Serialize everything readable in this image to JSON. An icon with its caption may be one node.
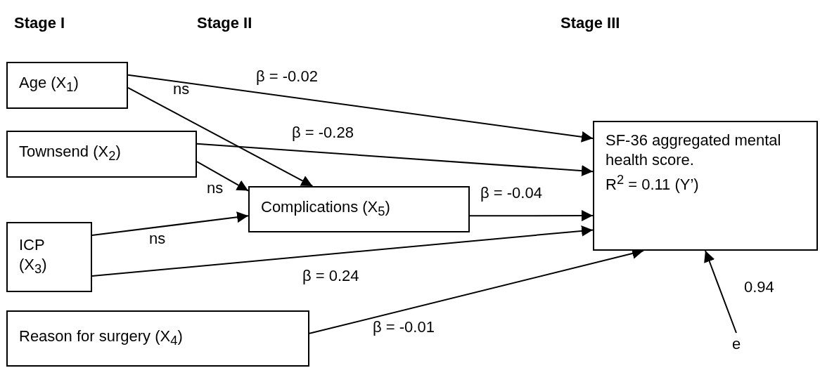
{
  "diagram": {
    "nodes": [
      {
        "text": [
          "Age (X$_{1}$)"
        ]
      },
      {
        "text": [
          "Townsend (X$_{2}$)"
        ]
      },
      {
        "text": [
          "ICP (X$_{3}$)"
        ]
      },
      {
        "text": [
          "Reason for surgery (X$_{4}$)"
        ]
      },
      {
        "text": [
          "Complications (X$_{5}$)"
        ]
      },
      {
        "text": [
          "SF-36 aggregated mental health score.",
          "R$^{2}$ = 0.11 (Y’)"
        ]
      },
      {
        "text": [
          "e"
        ]
      }
    ],
    "edges": [
      {
        "from": 0,
        "to": 5,
        "arrow": "to",
        "label": "β = -0.02"
      },
      {
        "from": 0,
        "to": 4,
        "arrow": "to",
        "label": "ns"
      },
      {
        "from": 1,
        "to": 5,
        "arrow": "to",
        "label": "β = -0.28"
      },
      {
        "from": 1,
        "to": 4,
        "arrow": "to",
        "label": "ns"
      },
      {
        "from": 2,
        "to": 4,
        "arrow": "to",
        "label": "ns"
      },
      {
        "from": 2,
        "to": 5,
        "arrow": "to",
        "label": "β = 0.24"
      },
      {
        "from": 4,
        "to": 5,
        "arrow": "to",
        "label": "β = -0.04"
      },
      {
        "from": 3,
        "to": 5,
        "arrow": "to",
        "label": "β = -0.01"
      },
      {
        "from": 6,
        "to": 5,
        "arrow": "to",
        "label": "0.94"
      }
    ],
    "labels": [
      "Stage I",
      "Stage II",
      "Stage III"
    ]
  }
}
